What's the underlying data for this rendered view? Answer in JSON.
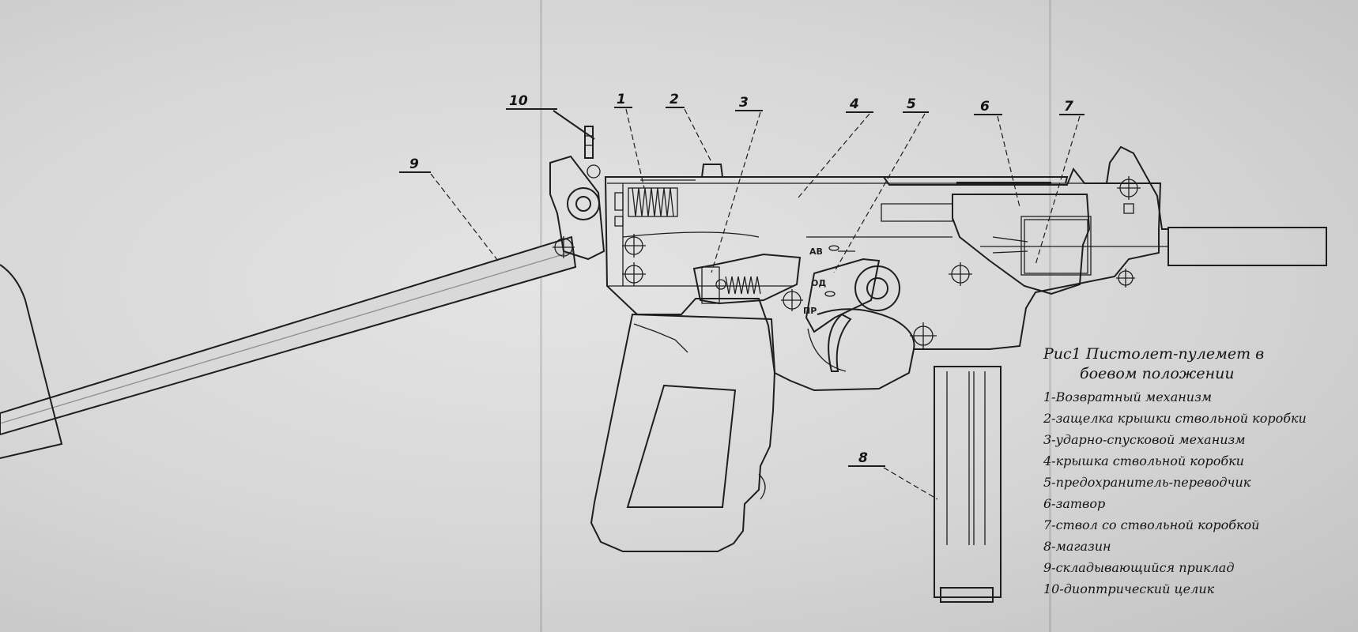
{
  "legend": {
    "title_line1": "Рис1 Пистолет-пулемет в",
    "title_line2": "боевом положении",
    "items": [
      "1-Возвратный механизм",
      "2-защелка крышки ствольной коробки",
      "3-ударно-спусковой механизм",
      "4-крышка ствольной коробки",
      "5-предохранитель-переводчик",
      "6-затвор",
      "7-ствол со ствольной коробкой",
      "8-магазин",
      "9-складывающийся приклад",
      "10-диоптрический целик"
    ]
  },
  "callouts": [
    "10",
    "1",
    "2",
    "3",
    "4",
    "5",
    "6",
    "7",
    "9",
    "8"
  ],
  "selector_marks": {
    "auto": "АВ",
    "single": "ОД",
    "safe": "ПР"
  }
}
